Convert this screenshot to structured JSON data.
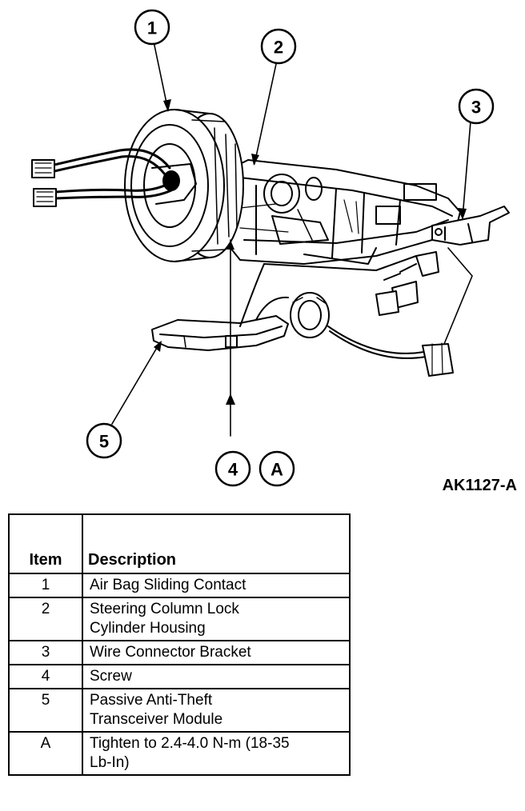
{
  "figure": {
    "callouts": [
      "1",
      "2",
      "3",
      "4",
      "A",
      "5"
    ],
    "figure_id": "AK1127-A"
  },
  "legend": {
    "headers": {
      "item": "Item",
      "description": "Description"
    },
    "rows": [
      {
        "item": "1",
        "description": [
          "Air Bag Sliding Contact"
        ]
      },
      {
        "item": "2",
        "description": [
          "Steering Column Lock",
          "Cylinder Housing"
        ]
      },
      {
        "item": "3",
        "description": [
          "Wire Connector Bracket"
        ]
      },
      {
        "item": "4",
        "description": [
          "Screw"
        ]
      },
      {
        "item": "5",
        "description": [
          "Passive Anti-Theft",
          "Transceiver Module"
        ]
      },
      {
        "item": "A",
        "description": [
          "Tighten to 2.4-4.0 N-m (18-35",
          "Lb-In)"
        ]
      }
    ]
  },
  "colors": {
    "ink": "#000000",
    "paper": "#ffffff"
  }
}
